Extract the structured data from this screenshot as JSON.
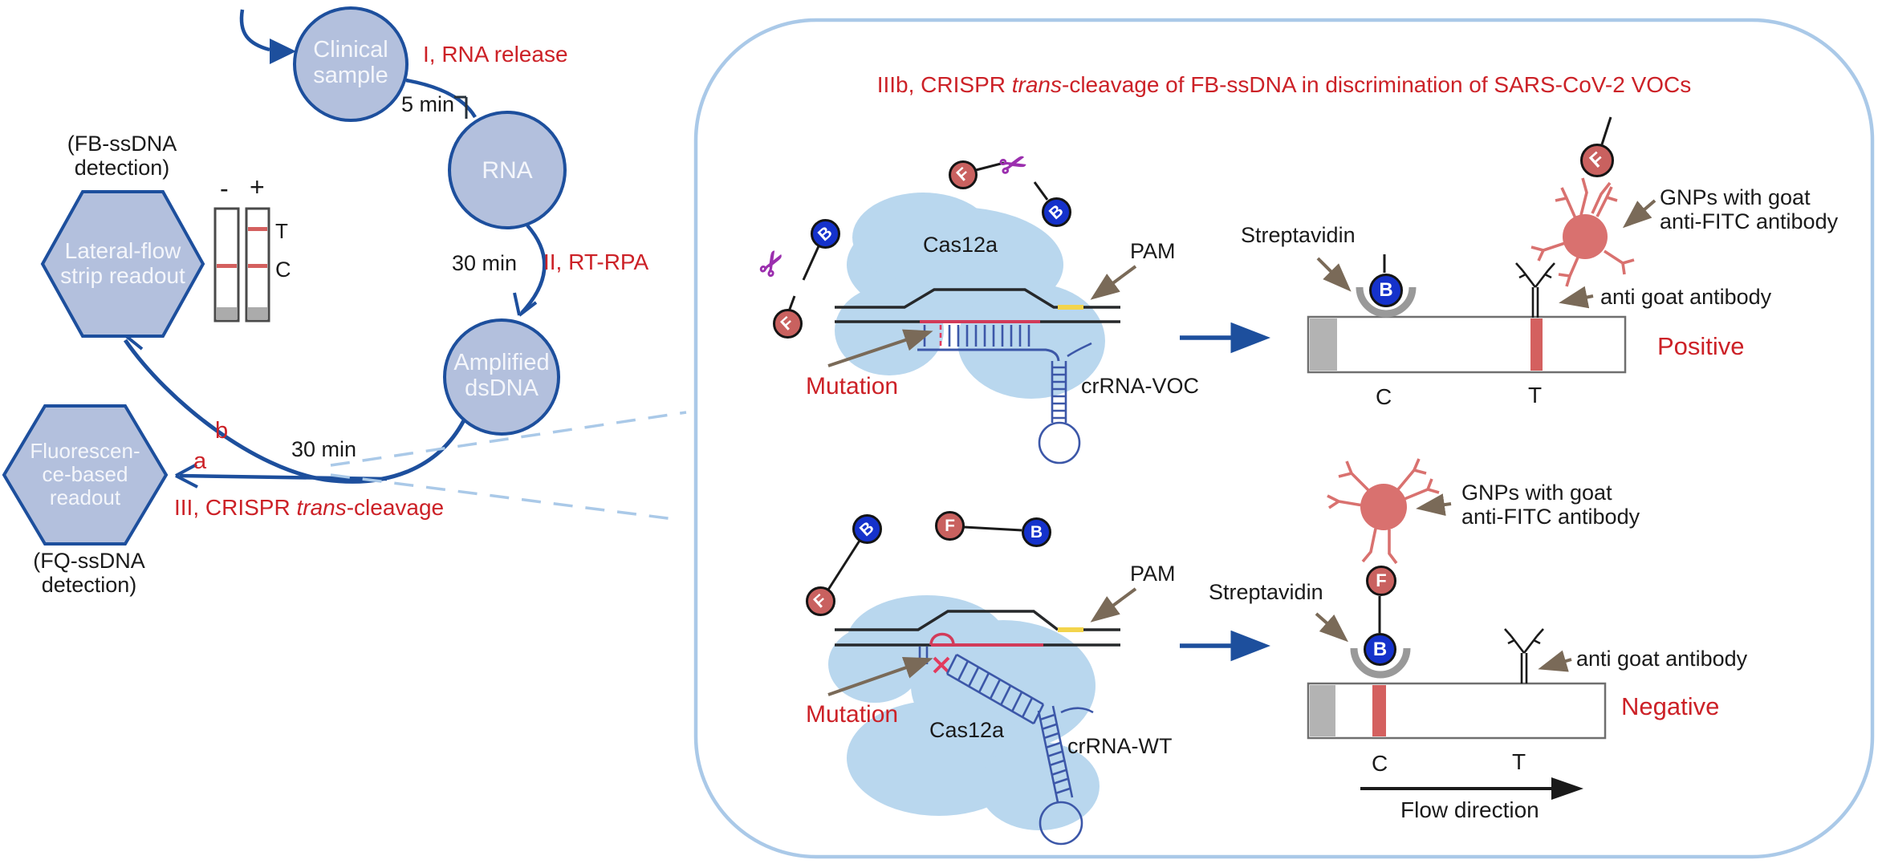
{
  "colors": {
    "workflow_blue": "#1d4f9d",
    "node_fill": "#b3c0dd",
    "node_border": "#1d4f9d",
    "accent_red": "#cc2127",
    "dna_red": "#d23b59",
    "pam_yellow": "#f3d44c",
    "crrna_blue": "#3c57a8",
    "cas_blob": "#b9d7ee",
    "panel_border": "#aac9e8",
    "gnp_red": "#d9716f",
    "f_chip": "#c9615f",
    "b_chip": "#1532cb",
    "strip_line_red": "#d4605f",
    "strip_pad_gray": "#b3b3b3",
    "callout_arrow_gray": "#7a6a58",
    "scissors_purple": "#9b2fae"
  },
  "left": {
    "fb_note": {
      "line1": "(FB-ssDNA",
      "line2": "detection)"
    },
    "fq_note": {
      "line1": "(FQ-ssDNA",
      "line2": "detection)"
    },
    "hex_lateral": {
      "line1": "Lateral-flow",
      "line2": "strip readout"
    },
    "hex_fluor": {
      "line1": "Fluorescen-",
      "line2": "ce-based",
      "line3": "readout"
    },
    "nodes": {
      "clinical": {
        "line1": "Clinical",
        "line2": "sample"
      },
      "rna": {
        "line1": "RNA"
      },
      "dsdna": {
        "line1": "Amplified",
        "line2": "dsDNA"
      }
    },
    "steps": {
      "step1": "I, RNA release",
      "step1_time": "5 min",
      "step2": "II, RT-RPA",
      "step2_time": "30 min",
      "step3_time": "30 min",
      "step3_prefix": "III, CRISPR ",
      "step3_italic": "trans",
      "step3_suffix": "-cleavage",
      "branch_a": "a",
      "branch_b": "b"
    },
    "mini_strips": {
      "minus": "-",
      "plus": "+",
      "t": "T",
      "c": "C"
    }
  },
  "panel": {
    "title_prefix": "IIIb, CRISPR ",
    "title_italic": "trans",
    "title_suffix": "-cleavage of FB-ssDNA in discrimination of SARS-CoV-2 VOCs",
    "top": {
      "cas12a": "Cas12a",
      "pam": "PAM",
      "mutation": "Mutation",
      "crrna": "crRNA-VOC",
      "streptavidin": "Streptavidin",
      "gnps_line1": "GNPs with goat",
      "gnps_line2": "anti-FITC antibody",
      "anti_goat": "anti goat antibody",
      "result": "Positive",
      "c": "C",
      "t": "T",
      "f": "F",
      "b": "B",
      "scissors_icon": "✂"
    },
    "bottom": {
      "cas12a": "Cas12a",
      "pam": "PAM",
      "mutation": "Mutation",
      "crrna": "crRNA-WT",
      "streptavidin": "Streptavidin",
      "gnps_line1": "GNPs with goat",
      "gnps_line2": "anti-FITC antibody",
      "anti_goat": "anti goat antibody",
      "result": "Negative",
      "c": "C",
      "t": "T",
      "f": "F",
      "b": "B",
      "flow": "Flow direction"
    }
  }
}
